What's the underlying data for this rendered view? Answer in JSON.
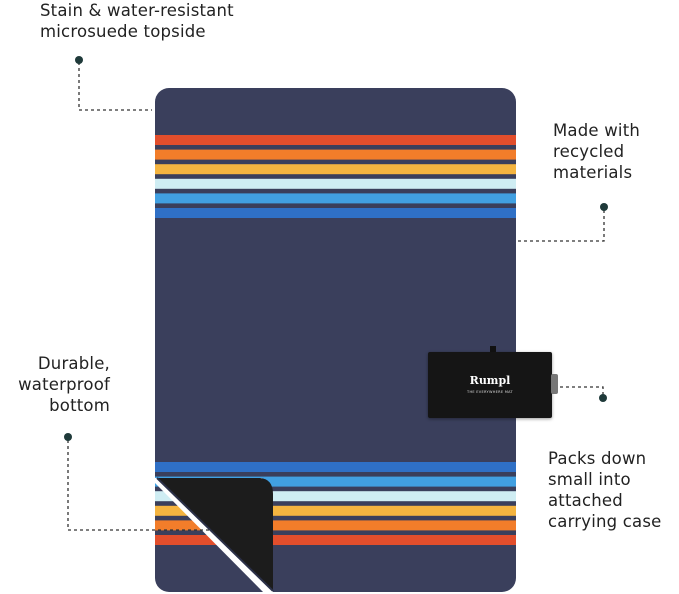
{
  "product": {
    "brand_logo": "Rumpl",
    "brand_tagline": "THE EVERYWHERE MAT",
    "colors": {
      "blanket": "#3a3f5c",
      "backing": "#1c1c1c",
      "stripes": [
        "#e24e2c",
        "#f27d2a",
        "#f4b440",
        "#cfedf3",
        "#41a0e2",
        "#2f70c6"
      ]
    }
  },
  "callouts": [
    {
      "lines": [
        "Stain & water-resistant",
        "microsuede topside"
      ]
    },
    {
      "lines": [
        "Made with",
        "recycled",
        "materials"
      ]
    },
    {
      "lines": [
        "Durable,",
        "waterproof",
        "bottom"
      ]
    },
    {
      "lines": [
        "Packs down",
        "small into",
        "attached",
        "carrying case"
      ]
    }
  ]
}
